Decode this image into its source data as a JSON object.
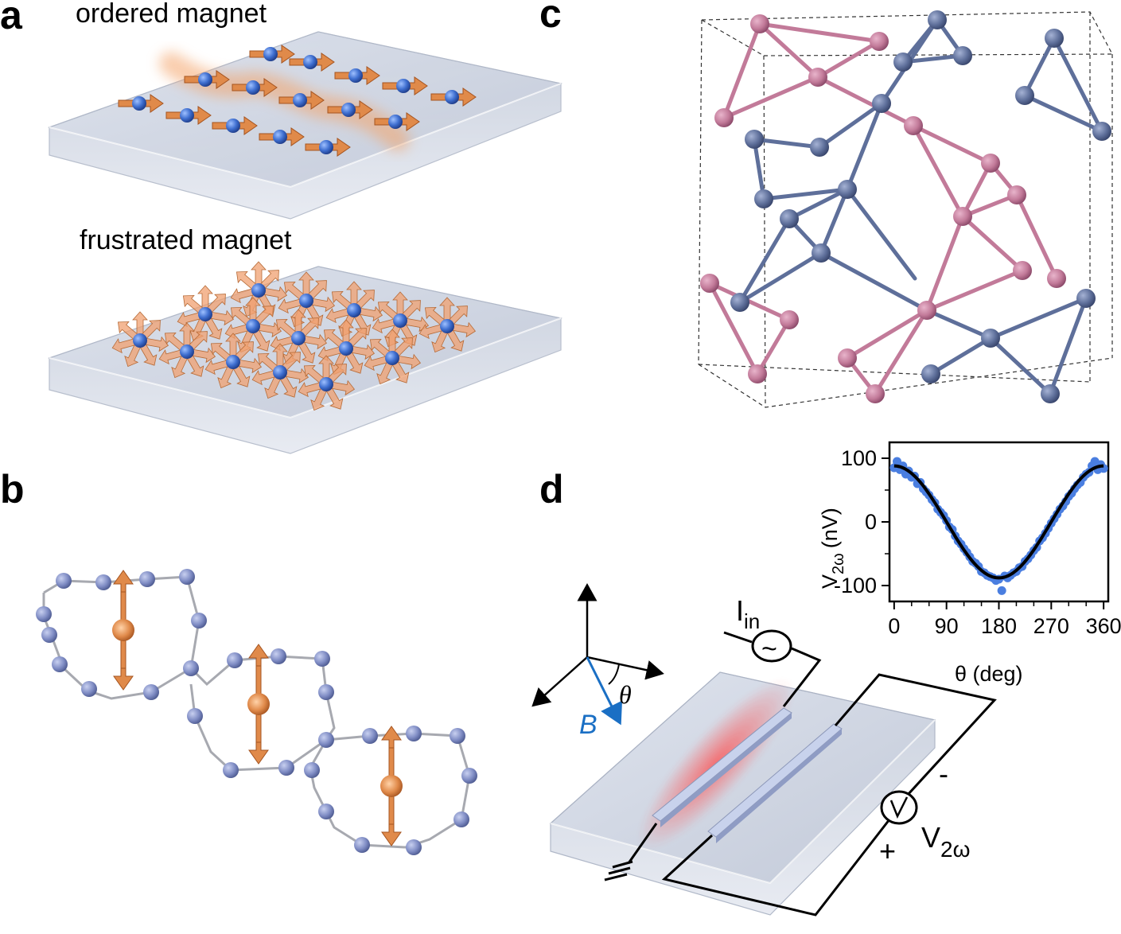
{
  "panels": {
    "a": {
      "letter": "a",
      "top_label": "ordered magnet",
      "bottom_label": "frustrated magnet"
    },
    "b": {
      "letter": "b"
    },
    "c": {
      "letter": "c"
    },
    "d": {
      "letter": "d",
      "current_label": "I",
      "current_sub": "in",
      "field_label": "B",
      "angle_label": "θ",
      "voltage_label": "V",
      "voltage_sub": "2ω",
      "plus_label": "+",
      "minus_label": "-",
      "ac_symbol": "~"
    }
  },
  "colors": {
    "spin_sphere": "#3f6fd0",
    "arrow": "#e08a4a",
    "glow": "#f4a46a",
    "pink_atom": "#c27a99",
    "blue_atom": "#5e6f9a",
    "field_vector": "#1a6fc4",
    "data_point": "#4a7ee0",
    "fit_line": "#000000",
    "heater": "#ff5a5a"
  },
  "chart_data": {
    "type": "scatter",
    "xlabel": "θ (deg)",
    "ylabel_main": "V",
    "ylabel_sub": "2ω",
    "ylabel_unit": "(nV)",
    "xlim": [
      -8,
      368
    ],
    "ylim": [
      -125,
      125
    ],
    "xticks": [
      0,
      90,
      180,
      270,
      360
    ],
    "xtick_labels": [
      "0",
      "90",
      "180",
      "270",
      "360"
    ],
    "yticks": [
      -100,
      0,
      100
    ],
    "ytick_labels": [
      "-100",
      "0",
      "100"
    ],
    "series": [
      {
        "kind": "points",
        "x": [
          0,
          5,
          10,
          15,
          20,
          25,
          30,
          35,
          40,
          45,
          50,
          55,
          60,
          65,
          70,
          75,
          80,
          85,
          90,
          95,
          100,
          105,
          110,
          115,
          120,
          125,
          130,
          135,
          140,
          145,
          150,
          155,
          160,
          165,
          170,
          175,
          180,
          185,
          190,
          195,
          200,
          205,
          210,
          215,
          220,
          225,
          230,
          235,
          240,
          245,
          250,
          255,
          260,
          265,
          270,
          275,
          280,
          285,
          290,
          295,
          300,
          305,
          310,
          315,
          320,
          325,
          330,
          335,
          340,
          345,
          350,
          355,
          360
        ],
        "y": [
          85,
          95,
          82,
          88,
          75,
          80,
          70,
          72,
          60,
          62,
          52,
          47,
          42,
          35,
          30,
          20,
          15,
          10,
          2,
          -8,
          -12,
          -22,
          -30,
          -35,
          -42,
          -48,
          -55,
          -62,
          -65,
          -70,
          -78,
          -80,
          -84,
          -86,
          -88,
          -92,
          -90,
          -108,
          -85,
          -88,
          -84,
          -80,
          -78,
          -72,
          -70,
          -62,
          -58,
          -52,
          -45,
          -40,
          -30,
          -25,
          -18,
          -10,
          -2,
          5,
          12,
          20,
          25,
          32,
          40,
          45,
          52,
          58,
          62,
          70,
          75,
          78,
          88,
          95,
          82,
          90,
          84
        ]
      },
      {
        "kind": "fit",
        "amplitude": 88,
        "shape": "cosine"
      }
    ]
  }
}
